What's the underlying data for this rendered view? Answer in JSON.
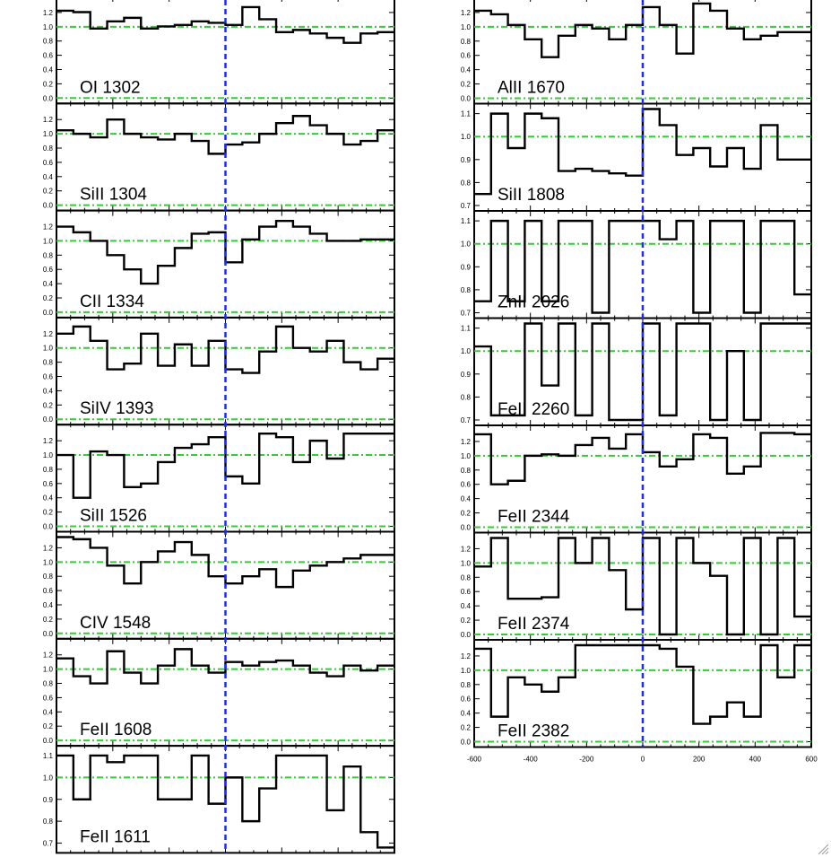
{
  "chart_data": {
    "type": "line",
    "subtype": "stacked-step-panels",
    "x_range": [
      -600,
      600
    ],
    "x_ticks": [
      "-600",
      "-400",
      "-200",
      "0",
      "200",
      "400",
      "600"
    ],
    "reference_lines": {
      "zero_velocity": 0,
      "continuum": 1.0,
      "zero_flux": 0.0
    },
    "colors": {
      "spectrum": "#000000",
      "zero_velocity_line": "#1f2fd6",
      "guide_lines": "#33cc33"
    },
    "columns": [
      {
        "panels": [
          {
            "label": "OI 1302",
            "ylim": [
              0,
              1.35
            ],
            "yticks": [
              "0.0",
              "0.2",
              "0.4",
              "0.6",
              "0.8",
              "1.0",
              "1.2"
            ],
            "x": [
              -600,
              -540,
              -480,
              -420,
              -360,
              -300,
              -240,
              -180,
              -120,
              -60,
              0,
              60,
              120,
              180,
              240,
              300,
              360,
              420,
              480,
              540,
              600
            ],
            "y": [
              1.2,
              1.18,
              0.95,
              1.05,
              1.1,
              0.95,
              0.98,
              1.0,
              1.05,
              1.03,
              1.0,
              1.25,
              1.08,
              0.9,
              0.93,
              0.88,
              0.82,
              0.75,
              0.88,
              0.9
            ]
          },
          {
            "label": "SiII 1304",
            "ylim": [
              0,
              1.35
            ],
            "yticks": [
              "0.0",
              "0.2",
              "0.4",
              "0.6",
              "0.8",
              "1.0",
              "1.2"
            ],
            "x": [
              -600,
              -540,
              -480,
              -420,
              -360,
              -300,
              -240,
              -180,
              -120,
              -60,
              0,
              60,
              120,
              180,
              240,
              300,
              360,
              420,
              480,
              540,
              600
            ],
            "y": [
              1.05,
              1.0,
              0.95,
              1.2,
              1.0,
              0.95,
              0.92,
              1.0,
              0.9,
              0.72,
              0.85,
              0.88,
              1.0,
              1.15,
              1.25,
              1.12,
              1.0,
              0.85,
              0.9,
              1.05
            ]
          },
          {
            "label": "CII 1334",
            "ylim": [
              0,
              1.35
            ],
            "yticks": [
              "0.0",
              "0.2",
              "0.4",
              "0.6",
              "0.8",
              "1.0",
              "1.2"
            ],
            "x": [
              -600,
              -540,
              -480,
              -420,
              -360,
              -300,
              -240,
              -180,
              -120,
              -60,
              0,
              60,
              120,
              180,
              240,
              300,
              360,
              420,
              480,
              540,
              600
            ],
            "y": [
              1.2,
              1.12,
              1.0,
              0.8,
              0.6,
              0.4,
              0.65,
              0.9,
              1.1,
              1.12,
              0.7,
              1.02,
              1.2,
              1.28,
              1.2,
              1.1,
              1.0,
              1.0,
              1.02,
              1.02
            ]
          },
          {
            "label": "SiIV 1393",
            "ylim": [
              0,
              1.35
            ],
            "yticks": [
              "0.0",
              "0.2",
              "0.4",
              "0.6",
              "0.8",
              "1.0",
              "1.2"
            ],
            "x": [
              -600,
              -540,
              -480,
              -420,
              -360,
              -300,
              -240,
              -180,
              -120,
              -60,
              0,
              60,
              120,
              180,
              240,
              300,
              360,
              420,
              480,
              540,
              600
            ],
            "y": [
              1.2,
              1.3,
              1.1,
              0.7,
              0.78,
              1.2,
              0.75,
              1.05,
              0.75,
              1.1,
              0.7,
              0.65,
              0.95,
              1.3,
              1.0,
              0.95,
              1.1,
              0.8,
              0.7,
              0.85
            ]
          },
          {
            "label": "SiII 1526",
            "ylim": [
              0,
              1.35
            ],
            "yticks": [
              "0.0",
              "0.2",
              "0.4",
              "0.6",
              "0.8",
              "1.0",
              "1.2"
            ],
            "x": [
              -600,
              -540,
              -480,
              -420,
              -360,
              -300,
              -240,
              -180,
              -120,
              -60,
              0,
              60,
              120,
              180,
              240,
              300,
              360,
              420,
              480,
              540,
              600
            ],
            "y": [
              1.0,
              0.4,
              1.05,
              1.0,
              0.55,
              0.6,
              0.9,
              1.1,
              1.15,
              1.25,
              0.7,
              0.6,
              1.3,
              1.25,
              0.9,
              1.2,
              0.95,
              1.3,
              1.3,
              1.3
            ]
          },
          {
            "label": "CIV 1548",
            "ylim": [
              0,
              1.35
            ],
            "yticks": [
              "0.0",
              "0.2",
              "0.4",
              "0.6",
              "0.8",
              "1.0",
              "1.2"
            ],
            "x": [
              -600,
              -540,
              -480,
              -420,
              -360,
              -300,
              -240,
              -180,
              -120,
              -60,
              0,
              60,
              120,
              180,
              240,
              300,
              360,
              420,
              480,
              540,
              600
            ],
            "y": [
              1.35,
              1.32,
              1.2,
              0.95,
              0.7,
              1.0,
              1.15,
              1.28,
              1.1,
              0.8,
              0.7,
              0.8,
              0.9,
              0.65,
              0.88,
              0.95,
              1.0,
              1.05,
              1.1,
              1.1
            ]
          },
          {
            "label": "FeII 1608",
            "ylim": [
              0,
              1.35
            ],
            "yticks": [
              "0.0",
              "0.2",
              "0.4",
              "0.6",
              "0.8",
              "1.0",
              "1.2"
            ],
            "x": [
              -600,
              -540,
              -480,
              -420,
              -360,
              -300,
              -240,
              -180,
              -120,
              -60,
              0,
              60,
              120,
              180,
              240,
              300,
              360,
              420,
              480,
              540,
              600
            ],
            "y": [
              1.15,
              0.9,
              0.8,
              1.25,
              0.95,
              0.8,
              1.05,
              1.28,
              1.05,
              0.95,
              1.1,
              1.05,
              1.1,
              1.12,
              1.05,
              0.95,
              0.9,
              1.05,
              0.98,
              1.05
            ]
          },
          {
            "label": "FeII 1611",
            "ylim": [
              0.68,
              1.12
            ],
            "yticks": [
              "0.7",
              "0.8",
              "0.9",
              "1.0",
              "1.1"
            ],
            "x": [
              -600,
              -540,
              -480,
              -420,
              -360,
              -300,
              -240,
              -180,
              -120,
              -60,
              0,
              60,
              120,
              180,
              240,
              300,
              360,
              420,
              480,
              540,
              600
            ],
            "y": [
              1.1,
              0.9,
              1.1,
              1.07,
              1.1,
              1.1,
              0.9,
              0.9,
              1.1,
              0.88,
              1.0,
              0.8,
              0.95,
              1.1,
              1.1,
              1.1,
              0.85,
              1.05,
              0.75,
              0.68
            ]
          }
        ]
      },
      {
        "panels": [
          {
            "label": "AlII 1670",
            "ylim": [
              0,
              1.35
            ],
            "yticks": [
              "0.0",
              "0.2",
              "0.4",
              "0.6",
              "0.8",
              "1.0",
              "1.2"
            ],
            "x": [
              -600,
              -540,
              -480,
              -420,
              -360,
              -300,
              -240,
              -180,
              -120,
              -60,
              0,
              60,
              120,
              180,
              240,
              300,
              360,
              420,
              480,
              540,
              600
            ],
            "y": [
              1.2,
              1.15,
              1.0,
              0.8,
              0.55,
              0.85,
              1.0,
              0.95,
              0.8,
              1.0,
              1.25,
              1.0,
              0.6,
              1.3,
              1.2,
              0.95,
              0.8,
              0.85,
              0.9,
              0.9
            ]
          },
          {
            "label": "SiII 1808",
            "ylim": [
              0.7,
              1.12
            ],
            "yticks": [
              "0.7",
              "0.8",
              "0.9",
              "1.0",
              "1.1"
            ],
            "x": [
              -600,
              -540,
              -480,
              -420,
              -360,
              -300,
              -240,
              -180,
              -120,
              -60,
              0,
              60,
              120,
              180,
              240,
              300,
              360,
              420,
              480,
              540,
              600
            ],
            "y": [
              0.75,
              1.1,
              0.95,
              1.1,
              1.08,
              0.85,
              0.86,
              0.85,
              0.84,
              0.83,
              1.12,
              1.05,
              0.92,
              0.95,
              0.87,
              0.95,
              0.86,
              1.05,
              0.9,
              0.9
            ]
          },
          {
            "label": "ZnII 2026",
            "ylim": [
              0.7,
              1.12
            ],
            "yticks": [
              "0.7",
              "0.8",
              "0.9",
              "1.0",
              "1.1"
            ],
            "x": [
              -600,
              -540,
              -480,
              -420,
              -360,
              -300,
              -240,
              -180,
              -120,
              -60,
              0,
              60,
              120,
              180,
              240,
              300,
              360,
              420,
              480,
              540,
              600
            ],
            "y": [
              0.75,
              1.1,
              0.75,
              1.1,
              0.75,
              1.1,
              1.1,
              0.7,
              1.1,
              1.1,
              1.1,
              1.02,
              1.1,
              0.7,
              1.1,
              1.1,
              0.7,
              1.1,
              1.1,
              0.78
            ]
          },
          {
            "label": "FeII 2260",
            "ylim": [
              0.7,
              1.12
            ],
            "yticks": [
              "0.7",
              "0.8",
              "0.9",
              "1.0",
              "1.1"
            ],
            "x": [
              -600,
              -540,
              -480,
              -420,
              -360,
              -300,
              -240,
              -180,
              -120,
              -60,
              0,
              60,
              120,
              180,
              240,
              300,
              360,
              420,
              480,
              540,
              600
            ],
            "y": [
              1.02,
              0.72,
              0.72,
              1.12,
              0.85,
              1.12,
              0.72,
              1.12,
              0.7,
              0.7,
              1.12,
              0.72,
              1.12,
              1.12,
              0.7,
              1.0,
              0.7,
              1.12,
              1.12,
              1.12
            ]
          },
          {
            "label": "FeII 2344",
            "ylim": [
              0,
              1.35
            ],
            "yticks": [
              "0.0",
              "0.2",
              "0.4",
              "0.6",
              "0.8",
              "1.0",
              "1.2"
            ],
            "x": [
              -600,
              -540,
              -480,
              -420,
              -360,
              -300,
              -240,
              -180,
              -120,
              -60,
              0,
              60,
              120,
              180,
              240,
              300,
              360,
              420,
              480,
              540,
              600
            ],
            "y": [
              1.3,
              0.6,
              0.65,
              1.0,
              1.02,
              1.0,
              1.15,
              1.25,
              1.1,
              1.3,
              1.05,
              0.85,
              0.95,
              1.3,
              1.25,
              0.75,
              0.85,
              1.32,
              1.32,
              1.3
            ]
          },
          {
            "label": "FeII 2374",
            "ylim": [
              0,
              1.35
            ],
            "yticks": [
              "0.0",
              "0.2",
              "0.4",
              "0.6",
              "0.8",
              "1.0",
              "1.2"
            ],
            "x": [
              -600,
              -540,
              -480,
              -420,
              -360,
              -300,
              -240,
              -180,
              -120,
              -60,
              0,
              60,
              120,
              180,
              240,
              300,
              360,
              420,
              480,
              540,
              600
            ],
            "y": [
              0.95,
              1.35,
              0.5,
              0.5,
              0.52,
              1.35,
              1.0,
              1.35,
              0.9,
              0.35,
              1.35,
              0.0,
              1.35,
              1.0,
              0.82,
              0.0,
              1.35,
              0.0,
              1.35,
              0.25
            ]
          },
          {
            "label": "FeII 2382",
            "ylim": [
              0,
              1.35
            ],
            "yticks": [
              "0.0",
              "0.2",
              "0.4",
              "0.6",
              "0.8",
              "1.0",
              "1.2"
            ],
            "x": [
              -600,
              -540,
              -480,
              -420,
              -360,
              -300,
              -240,
              -180,
              -120,
              -60,
              0,
              60,
              120,
              180,
              240,
              300,
              360,
              420,
              480,
              540,
              600
            ],
            "y": [
              1.3,
              0.35,
              0.9,
              0.8,
              0.7,
              0.9,
              1.35,
              1.35,
              1.35,
              1.35,
              1.35,
              1.3,
              1.05,
              0.25,
              0.35,
              0.55,
              0.35,
              1.35,
              0.9,
              1.35
            ]
          }
        ]
      }
    ]
  }
}
